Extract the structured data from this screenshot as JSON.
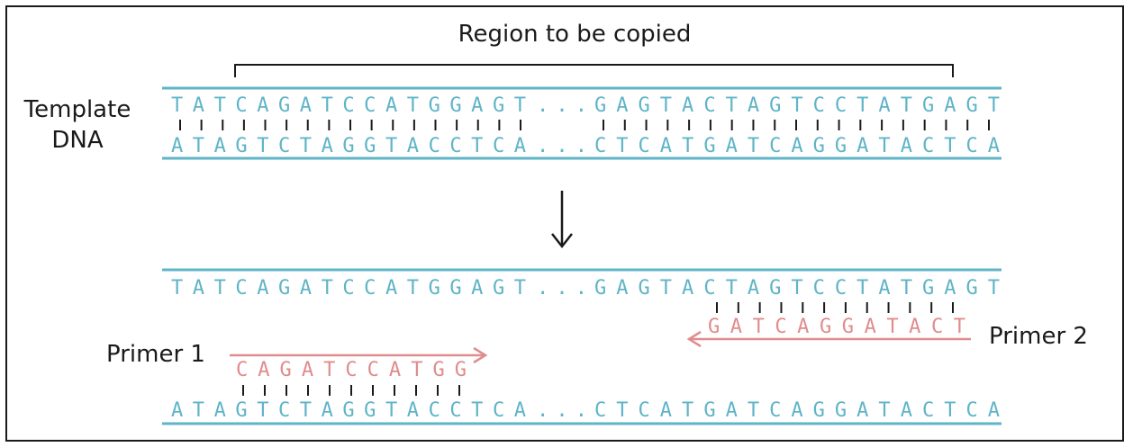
{
  "colors": {
    "dna": "#5fb4c7",
    "primer": "#e08c8c",
    "ink": "#1a1a1a"
  },
  "region_label": "Region to be copied",
  "template_label_line1": "Template",
  "template_label_line2": "DNA",
  "top_panel": {
    "strand_top": "TATCAGATCCATGGAGT",
    "strand_top_right": "GAGTACTAGTCCTATGAGT",
    "strand_bottom": "ATAGTCTAGGTACCTCA",
    "strand_bottom_right": "CTCATGATCAGGATACTCA",
    "ellipsis": ". . ."
  },
  "arrow_icon": "down-arrow-icon",
  "bottom_panel": {
    "strand_top": "TATCAGATCCATGGAGT",
    "strand_top_right": "GAGTACTAGTCCTATGAGT",
    "strand_bottom": "ATAGTCTAGGTACCTCA",
    "strand_bottom_right": "CTCATGATCAGGATACTCA",
    "ellipsis": ". . .",
    "primer1_label": "Primer 1",
    "primer1_seq": "CAGATCCATGG",
    "primer2_label": "Primer 2",
    "primer2_seq": "GATCAGGATACT"
  }
}
